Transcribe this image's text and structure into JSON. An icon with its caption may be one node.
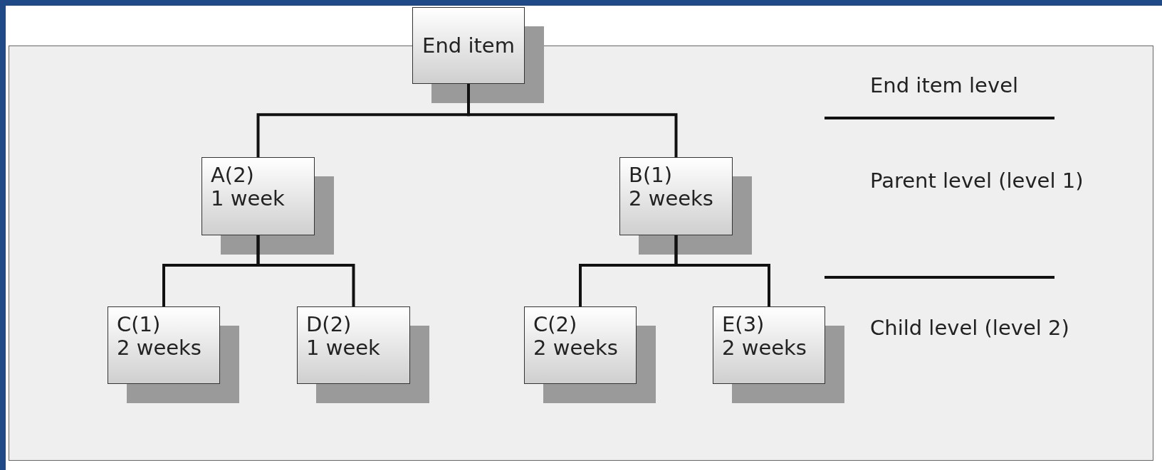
{
  "diagram": {
    "nodes": [
      {
        "text": [
          "End item"
        ]
      },
      {
        "text": [
          "A(2)",
          "1 week"
        ]
      },
      {
        "text": [
          "B(1)",
          "2 weeks"
        ]
      },
      {
        "text": [
          "C(1)",
          "2 weeks"
        ]
      },
      {
        "text": [
          "D(2)",
          "1 week"
        ]
      },
      {
        "text": [
          "C(2)",
          "2 weeks"
        ]
      },
      {
        "text": [
          "E(3)",
          "2 weeks"
        ]
      }
    ],
    "edges": [
      {
        "from": 0,
        "to": 1,
        "arrow": "none"
      },
      {
        "from": 0,
        "to": 2,
        "arrow": "none"
      },
      {
        "from": 1,
        "to": 3,
        "arrow": "none"
      },
      {
        "from": 1,
        "to": 4,
        "arrow": "none"
      },
      {
        "from": 2,
        "to": 5,
        "arrow": "none"
      },
      {
        "from": 2,
        "to": 6,
        "arrow": "none"
      }
    ],
    "labels": [
      "End item level",
      "Parent level (level 1)",
      "Child level (level 2)"
    ]
  }
}
